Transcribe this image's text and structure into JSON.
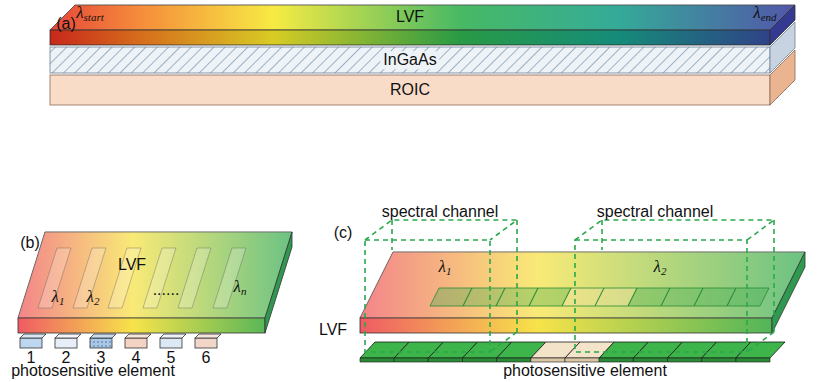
{
  "diagram": {
    "nodes": [
      {
        "text": [
          "λstart",
          "LVF",
          "λend"
        ]
      },
      {
        "text": [
          "InGaAs"
        ]
      },
      {
        "text": [
          "ROIC"
        ]
      },
      {
        "text": [
          "LVF",
          "λ1",
          "λ2",
          "......",
          "λn"
        ]
      },
      {
        "text": [
          "LVF",
          "λ1",
          "λ2"
        ]
      },
      {
        "text": [
          "spectral channel"
        ]
      },
      {
        "text": [
          "spectral channel"
        ]
      }
    ],
    "labels": [
      "(a)",
      "(b)",
      "1",
      "2",
      "3",
      "4",
      "5",
      "6",
      "photosensitive element",
      "(c)",
      "photosensitive element"
    ]
  }
}
